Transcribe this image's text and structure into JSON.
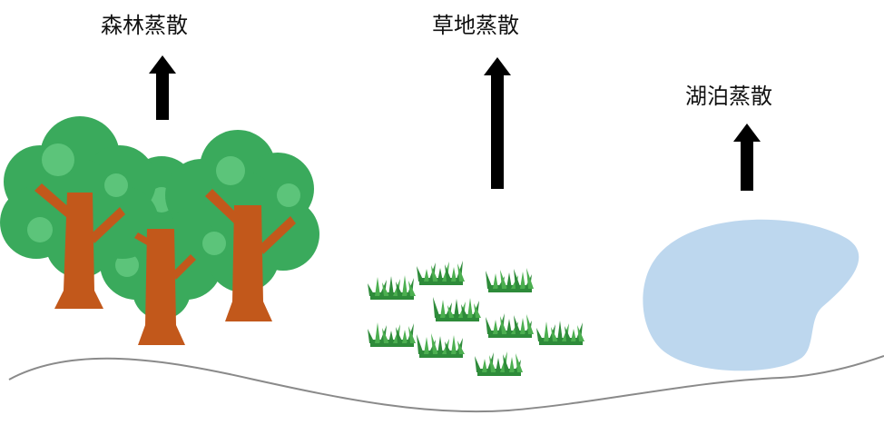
{
  "labels": {
    "forest": "森林蒸散",
    "grassland": "草地蒸散",
    "lake": "湖泊蒸散"
  },
  "colors": {
    "tree_foliage": "#3aaa5c",
    "tree_foliage_spot": "#5cc47a",
    "tree_trunk": "#c2581b",
    "grass_dark": "#2e8b3a",
    "grass_light": "#4caf50",
    "lake": "#bdd7ee",
    "arrow": "#000000",
    "ground_line": "#8a8a8a"
  },
  "arrow_relative_heights": {
    "forest": 0.43,
    "grassland": 1.0,
    "lake": 0.43
  }
}
